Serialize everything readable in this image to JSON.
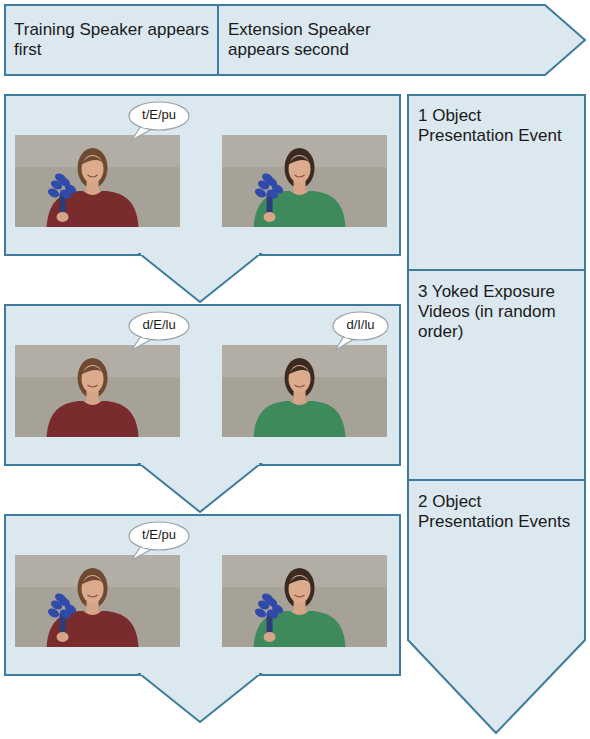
{
  "diagram": {
    "nodes": [
      {
        "text": [
          "Training Speaker appears first"
        ]
      },
      {
        "text": [
          "Extension Speaker appears second"
        ]
      },
      {
        "text": [
          "t/E/pu"
        ]
      },
      {
        "text": [
          "1 Object Presentation Event"
        ]
      },
      {
        "text": [
          "d/E/lu"
        ]
      },
      {
        "text": [
          "d/I/lu"
        ]
      },
      {
        "text": [
          "3 Yoked Exposure Videos (in random order)"
        ]
      },
      {
        "text": [
          "t/E/pu"
        ]
      },
      {
        "text": [
          "2 Object Presentation Events"
        ]
      }
    ]
  }
}
